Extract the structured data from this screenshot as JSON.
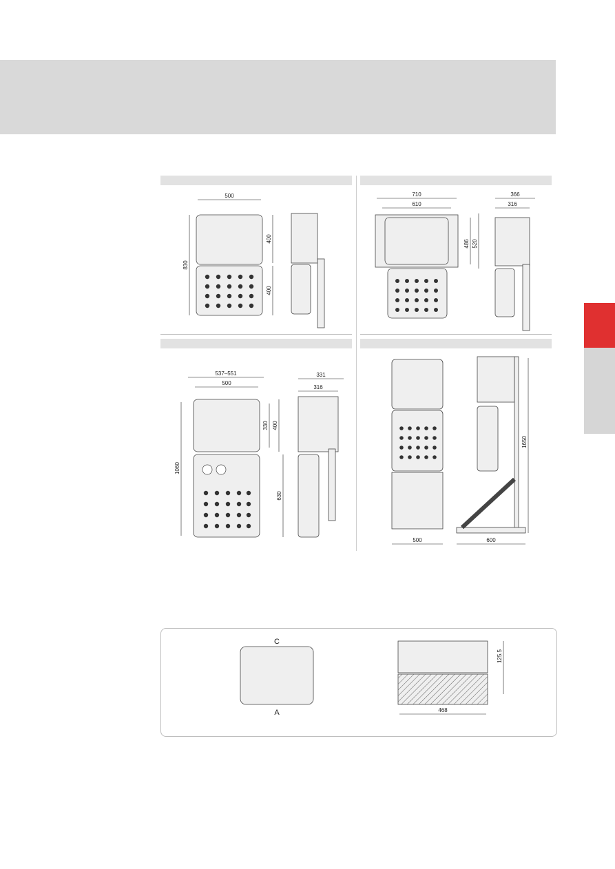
{
  "colors": {
    "header_band": "#d9d9d9",
    "accent_tab": "#e03030",
    "gray_tab": "#d6d6d6",
    "enclosure_fill": "#efefef"
  },
  "panel_a": {
    "width": "500",
    "total_height": "830",
    "upper_height": "400",
    "lower_height": "400"
  },
  "panel_b": {
    "outer_width": "710",
    "inner_width": "610",
    "height_inner": "486",
    "height_outer": "520",
    "depth_outer": "366",
    "depth_inner": "316"
  },
  "panel_c": {
    "width_range": "537–551",
    "width": "500",
    "total_height": "1060",
    "upper_inner": "330",
    "upper_outer": "400",
    "lower_height": "630",
    "depth_outer": "331",
    "depth_inner": "316"
  },
  "panel_d": {
    "height": "1650",
    "width": "500",
    "depth": "600"
  },
  "detail": {
    "label_top": "C",
    "label_bottom": "A",
    "height": "125.5",
    "width": "468"
  }
}
